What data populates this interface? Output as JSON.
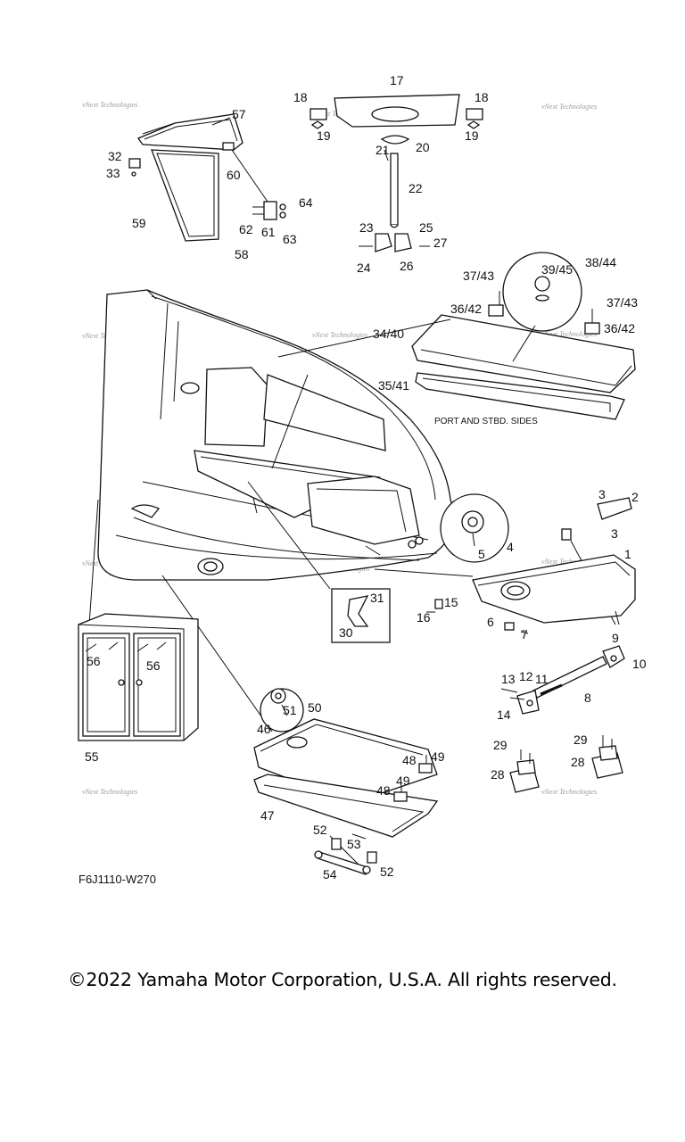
{
  "diagram": {
    "drawing_code": "F6J1110-W270",
    "note": "PORT AND STBD. SIDES",
    "watermark": "vNext Technologies",
    "callouts": [
      "1",
      "2",
      "3",
      "3",
      "4",
      "5",
      "6",
      "7",
      "8",
      "9",
      "10",
      "11",
      "12",
      "13",
      "14",
      "15",
      "16",
      "17",
      "18",
      "18",
      "19",
      "19",
      "20",
      "21",
      "22",
      "23",
      "24",
      "25",
      "26",
      "27",
      "28",
      "28",
      "29",
      "29",
      "30",
      "31",
      "32",
      "33",
      "34/40",
      "35/41",
      "36/42",
      "36/42",
      "37/43",
      "37/43",
      "38/44",
      "39/45",
      "46",
      "47",
      "48",
      "48",
      "49",
      "49",
      "50",
      "51",
      "52",
      "52",
      "53",
      "54",
      "55",
      "56",
      "56",
      "57",
      "58",
      "59",
      "60",
      "61",
      "62",
      "63",
      "64"
    ]
  },
  "footer": {
    "copyright": "©2022 Yamaha Motor Corporation, U.S.A. All rights reserved."
  }
}
